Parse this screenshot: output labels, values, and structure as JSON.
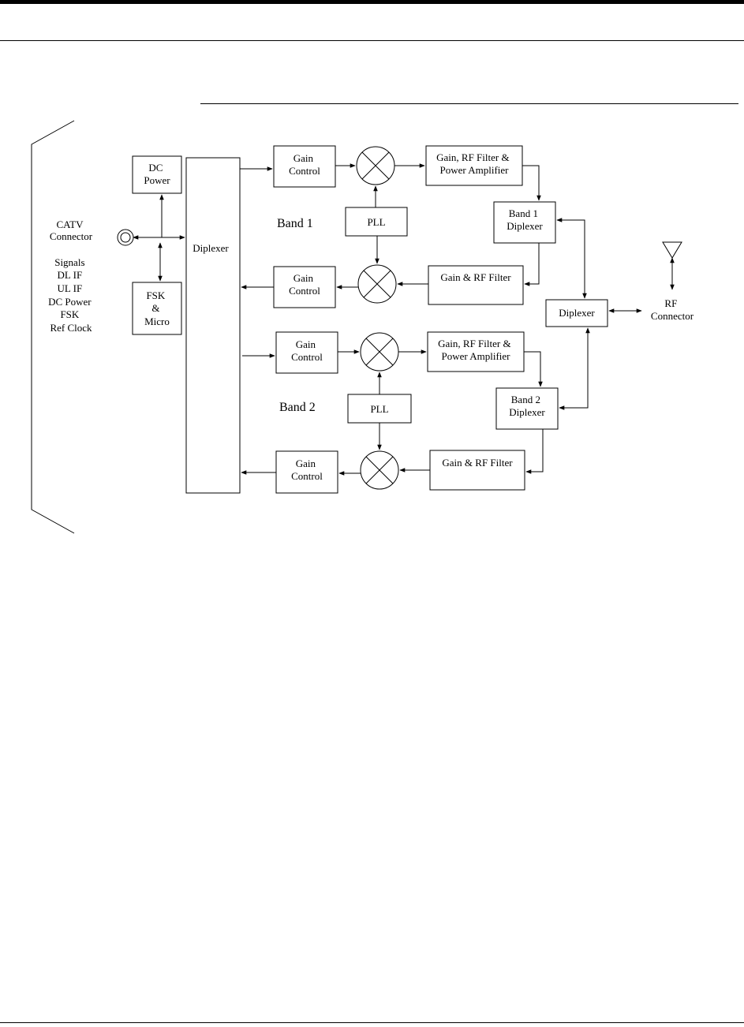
{
  "connector_panel": {
    "catv_connector": [
      "CATV",
      "Connector"
    ],
    "signals": [
      "Signals",
      "DL IF",
      "UL IF",
      "DC Power",
      "FSK",
      "Ref Clock"
    ]
  },
  "blocks": {
    "dc_power": [
      "DC",
      "Power"
    ],
    "fsk_micro": [
      "FSK",
      "&",
      "Micro"
    ],
    "main_diplexer": "Diplexer",
    "band1_dl_gain_control": [
      "Gain",
      "Control"
    ],
    "band1_dl_filter_amp": [
      "Gain, RF Filter &",
      "Power Amplifier"
    ],
    "band1_pll": "PLL",
    "band1_ul_gain_control": [
      "Gain",
      "Control"
    ],
    "band1_ul_filter": "Gain & RF Filter",
    "band1_diplexer": [
      "Band 1",
      "Diplexer"
    ],
    "band2_dl_gain_control": [
      "Gain",
      "Control"
    ],
    "band2_dl_filter_amp": [
      "Gain, RF Filter &",
      "Power Amplifier"
    ],
    "band2_pll": "PLL",
    "band2_ul_gain_control": [
      "Gain",
      "Control"
    ],
    "band2_ul_filter": "Gain & RF Filter",
    "band2_diplexer": [
      "Band 2",
      "Diplexer"
    ],
    "output_diplexer": "Diplexer",
    "rf_connector": [
      "RF",
      "Connector"
    ]
  },
  "labels": {
    "band1": "Band 1",
    "band2": "Band 2"
  }
}
